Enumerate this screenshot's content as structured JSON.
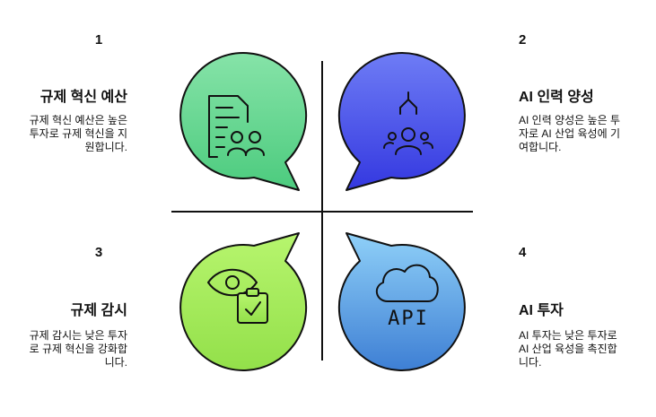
{
  "quadrants": [
    {
      "number": "1",
      "title": "규제 혁신 예산",
      "desc": [
        "규제 혁신 예산은 높은",
        "투자로 규제 혁신을 지",
        "원합니다."
      ],
      "color_light": "#86E3A8",
      "color_dark": "#4CCB7E",
      "icon": "document-people-icon"
    },
    {
      "number": "2",
      "title": "AI 인력 양성",
      "desc": [
        "AI 인력 양성은 높은 투",
        "자로 AI 산업 육성에 기",
        "여합니다."
      ],
      "color_light": "#6E7CF5",
      "color_dark": "#3B3FE0",
      "icon": "robot-arm-people-icon"
    },
    {
      "number": "3",
      "title": "규제 감시",
      "desc": [
        "규제 감시는 낮은 투자",
        "로 규제 혁신을 강화합",
        "니다."
      ],
      "color_light": "#B5F56A",
      "color_dark": "#96E24A",
      "icon": "eye-clipboard-icon"
    },
    {
      "number": "4",
      "title": "AI 투자",
      "desc": [
        "AI 투자는 낮은 투자로",
        "AI 산업 육성을 촉진합",
        "니다."
      ],
      "color_light": "#8FD0F8",
      "color_dark": "#3E7FD4",
      "icon": "cloud-api-icon"
    }
  ],
  "api_label": "API"
}
